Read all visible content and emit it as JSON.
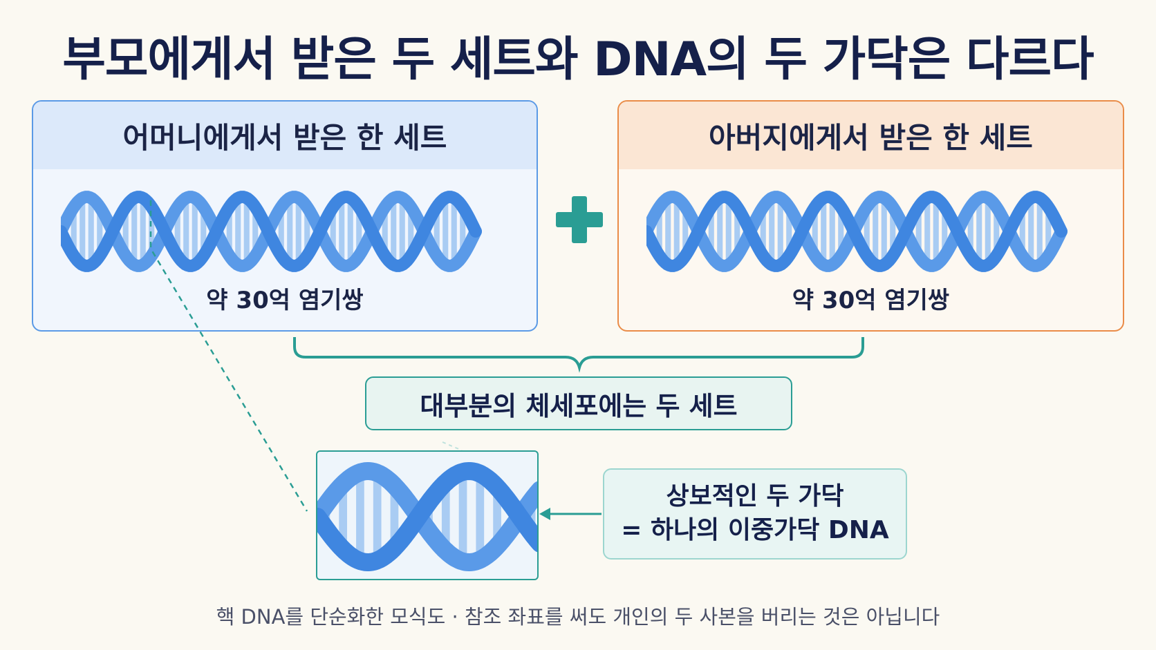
{
  "title": "부모에게서 받은 두 세트와 DNA의 두 가닥은 다르다",
  "mother_panel": {
    "heading": "어머니에게서 받은 한 세트",
    "caption": "약 30억 염기쌍"
  },
  "father_panel": {
    "heading": "아버지에게서 받은 한 세트",
    "caption": "약 30억 염기쌍"
  },
  "somatic_label": "대부분의 체세포에는 두 세트",
  "strands_label": {
    "line1": "상보적인 두 가닥",
    "line2": "= 하나의 이중가닥 DNA"
  },
  "footnote": "핵 DNA를 단순화한 모식도 · 참조 좌표를 써도 개인의 두 사본을 버리는 것은 아닙니다",
  "colors": {
    "mother_accent": "#5b9ae6",
    "father_accent": "#ea8c48",
    "teal": "#2a9d94",
    "helix": "#3f86e0",
    "rung": "#a9ccf3"
  },
  "icons": [
    "plus-icon",
    "dna-helix-icon",
    "arrow-left-icon"
  ]
}
